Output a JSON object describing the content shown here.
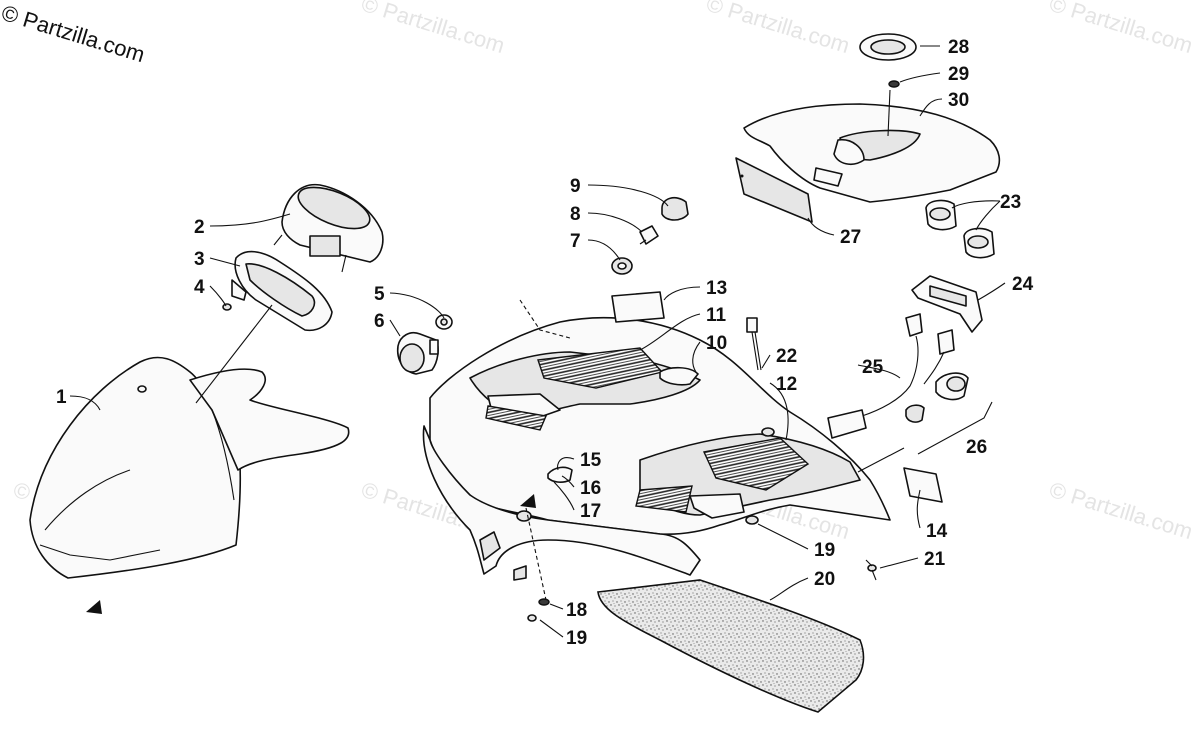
{
  "copyright": "© Partzilla.com",
  "watermark": "© Partzilla.com",
  "callouts": [
    "1",
    "2",
    "3",
    "4",
    "5",
    "6",
    "7",
    "8",
    "9",
    "10",
    "11",
    "12",
    "13",
    "14",
    "15",
    "16",
    "17",
    "18",
    "19",
    "19",
    "20",
    "21",
    "22",
    "23",
    "24",
    "25",
    "26",
    "27",
    "28",
    "29",
    "30"
  ]
}
